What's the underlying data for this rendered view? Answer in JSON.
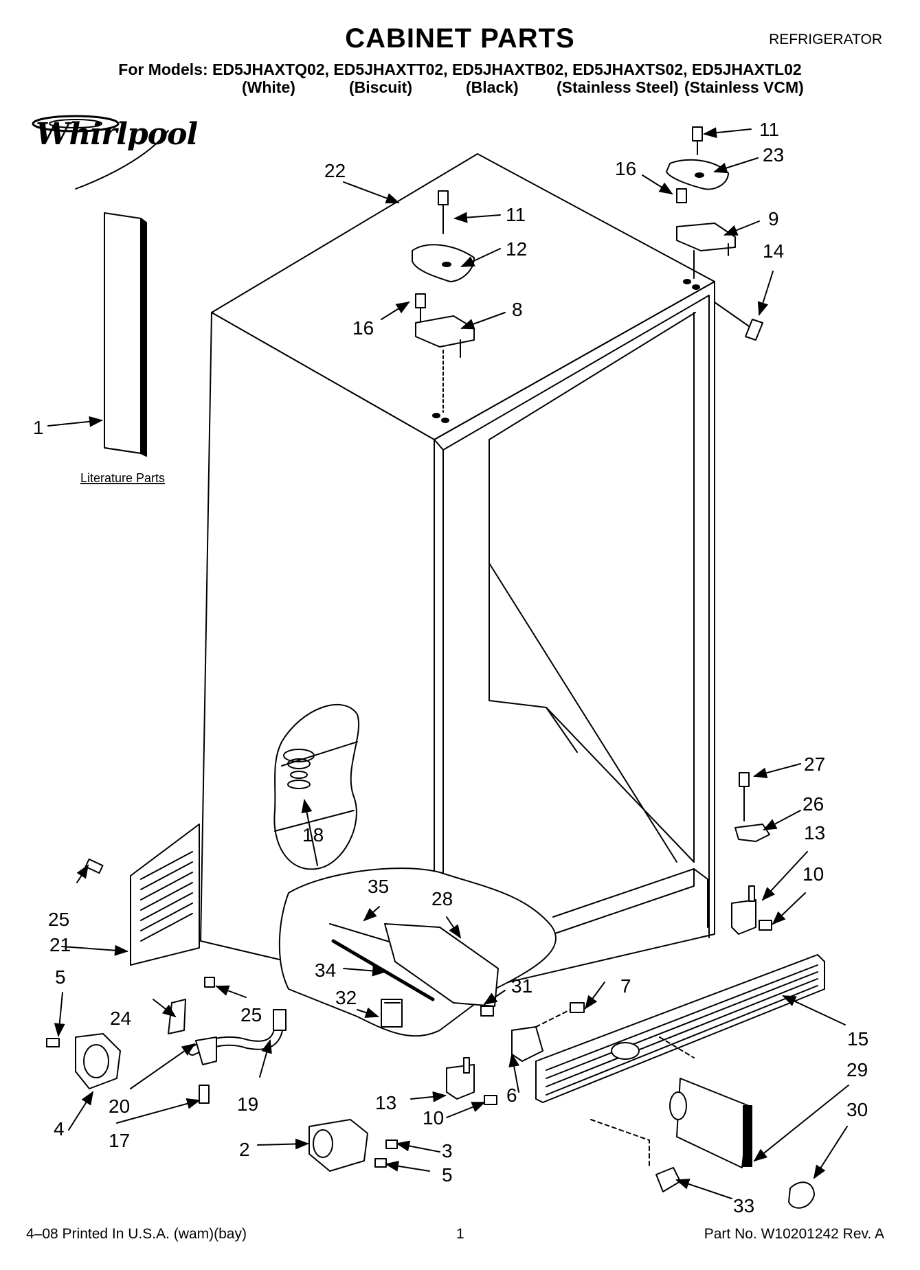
{
  "header": {
    "title": "CABINET PARTS",
    "category": "REFRIGERATOR",
    "models_line": "For Models: ED5JHAXTQ02, ED5JHAXTT02, ED5JHAXTB02, ED5JHAXTS02, ED5JHAXTL02",
    "variants": [
      "(White)",
      "(Biscuit)",
      "(Black)",
      "(Stainless Steel)",
      "(Stainless VCM)"
    ]
  },
  "logo": {
    "name": "Whirlpool"
  },
  "literature_label": "Literature Parts",
  "callouts": [
    "1",
    "2",
    "3",
    "4",
    "5",
    "5",
    "6",
    "7",
    "8",
    "9",
    "10",
    "10",
    "11",
    "11",
    "12",
    "13",
    "13",
    "14",
    "15",
    "16",
    "16",
    "17",
    "18",
    "19",
    "20",
    "21",
    "22",
    "23",
    "24",
    "25",
    "25",
    "26",
    "27",
    "28",
    "29",
    "30",
    "31",
    "32",
    "33",
    "34",
    "35"
  ],
  "footer": {
    "left": "4–08 Printed In U.S.A. (wam)(bay)",
    "center": "1",
    "right": "Part No. W10201242 Rev. A"
  }
}
